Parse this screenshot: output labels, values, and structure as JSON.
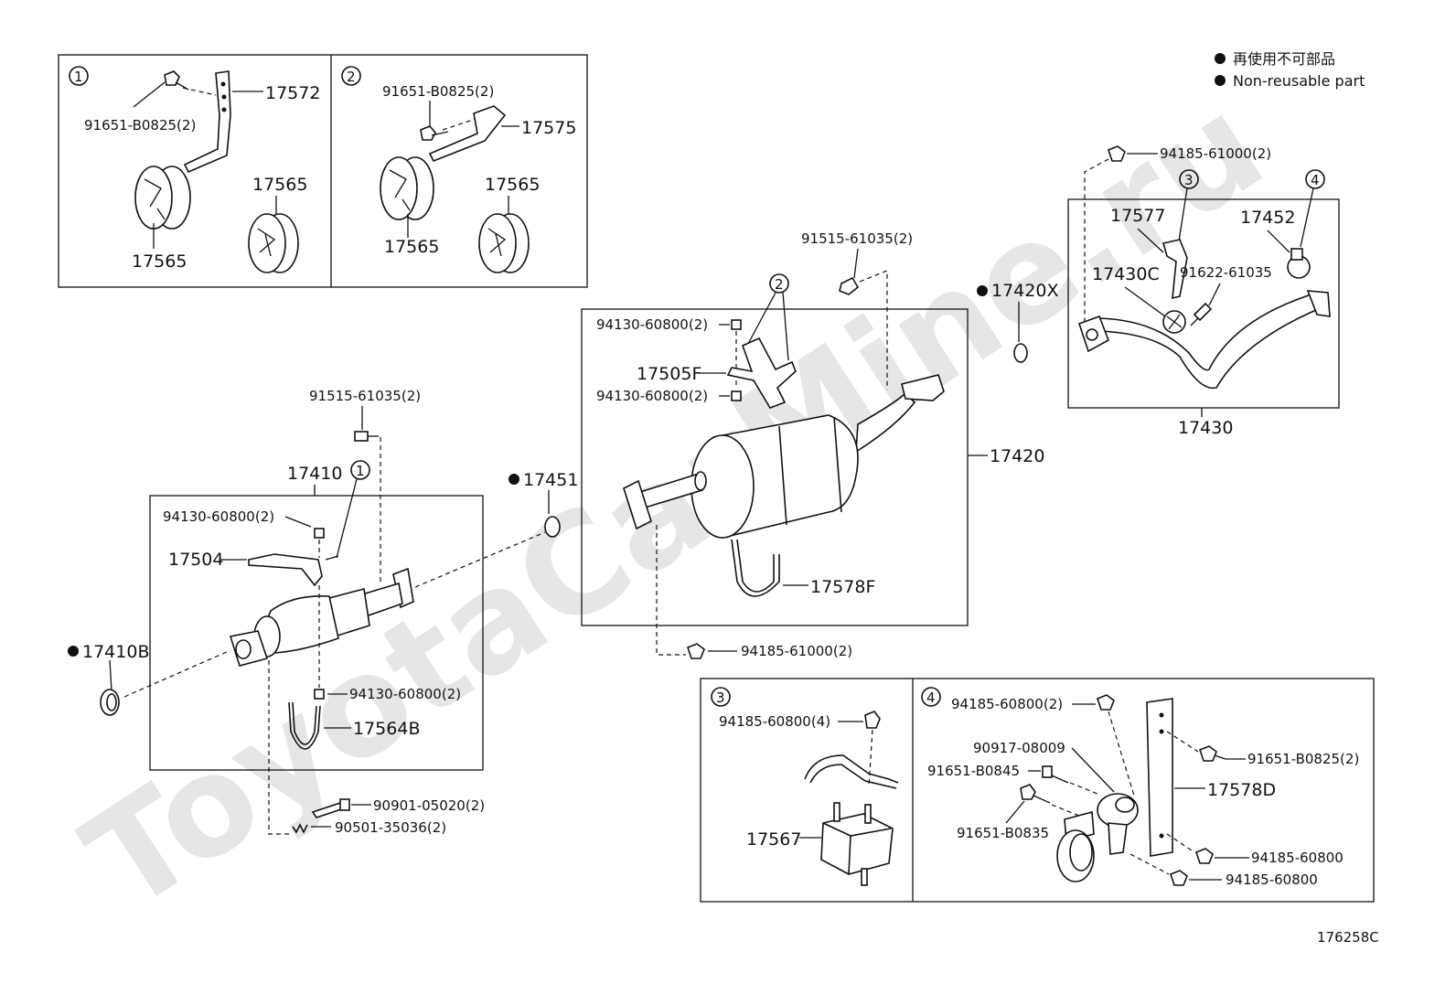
{
  "watermark": "ToyotaCarMine.ru",
  "legend": {
    "line_ja": "再使用不可部品",
    "line_en": "Non-reusable part"
  },
  "figure_id": "176258C",
  "insets": {
    "inset1": {
      "marker": "1",
      "labels": {
        "bracket": "17572",
        "bolt": "91651-B0825(2)",
        "hanger_a": "17565",
        "hanger_b": "17565"
      }
    },
    "inset2": {
      "marker": "2",
      "labels": {
        "bolt": "91651-B0825(2)",
        "bracket": "17575",
        "hanger_a": "17565",
        "hanger_b": "17565"
      }
    },
    "inset3": {
      "marker": "3",
      "labels": {
        "nut": "94185-60800(4)",
        "mount": "17567"
      }
    },
    "inset4": {
      "marker": "4",
      "labels": {
        "nut_top": "94185-60800(2)",
        "damper": "90917-08009",
        "bolt_a": "91651-B0845",
        "bolt_b": "91651-B0835",
        "bolt_c": "91651-B0825(2)",
        "bracket": "17578D",
        "nut_b1": "94185-60800",
        "nut_b2": "94185-60800"
      }
    }
  },
  "front_pipe": {
    "assembly": "17410",
    "bolt": "91515-61035(2)",
    "nut_top": "94130-60800(2)",
    "bracket": "17504",
    "nut_bottom": "94130-60800(2)",
    "clamp": "17564B",
    "gasket": "17410B",
    "bolt2": "90901-05020(2)",
    "spring": "90501-35036(2)",
    "callout": "1"
  },
  "ring": {
    "label": "17451"
  },
  "muffler": {
    "assembly": "17420",
    "bolt": "91515-61035(2)",
    "nut_top": "94130-60800(2)",
    "bracket": "17505F",
    "nut_mid": "94130-60800(2)",
    "clamp": "17578F",
    "nut_bottom": "94185-61000(2)",
    "callout": "2"
  },
  "gasket_x": {
    "label": "17420X"
  },
  "tail_pipe": {
    "assembly": "17430",
    "nut": "94185-61000(2)",
    "bracket": "17577",
    "clamp": "17452",
    "hanger": "17430C",
    "bolt": "91622-61035",
    "callout3": "3",
    "callout4": "4"
  }
}
